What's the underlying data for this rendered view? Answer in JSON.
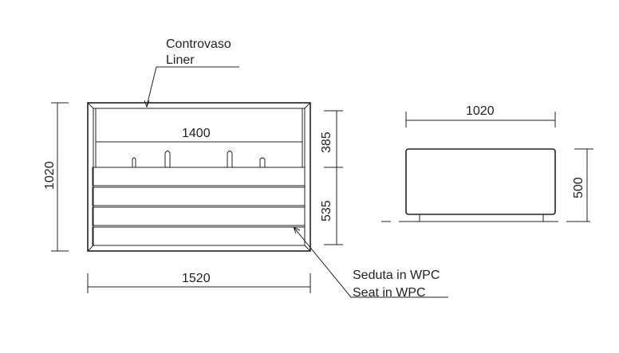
{
  "labels": {
    "liner_it": "Controvaso",
    "liner_en": "Liner",
    "seat_it": "Seduta in WPC",
    "seat_en": "Seat in WPC"
  },
  "dimensions": {
    "overall_height": "1020",
    "inner_width": "1400",
    "overall_width": "1520",
    "upper_height": "385",
    "lower_height": "535",
    "side_depth": "1020",
    "side_height": "500"
  }
}
